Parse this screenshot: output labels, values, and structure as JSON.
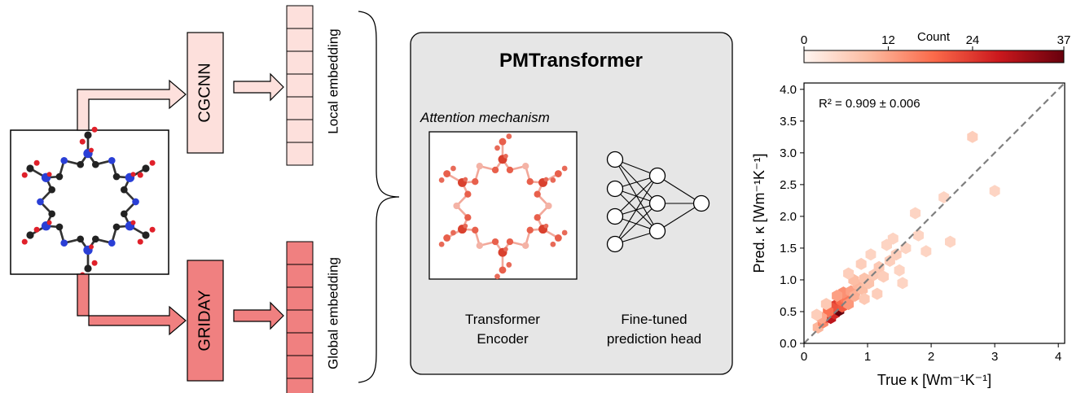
{
  "pipeline": {
    "cgcnn_label": "CGCNN",
    "griday_label": "GRIDAY",
    "local_embedding_label": "Local embedding",
    "global_embedding_label": "Global embedding"
  },
  "transformer": {
    "title": "PMTransformer",
    "attention_label": "Attention mechanism",
    "encoder_line1": "Transformer",
    "encoder_line2": "Encoder",
    "head_line1": "Fine-tuned",
    "head_line2": "prediction head"
  },
  "colors": {
    "cgcnn_fill": "#fde0dc",
    "griday_fill": "#f08080",
    "panel_fill": "#e6e6e6",
    "diagonal": "#808080"
  },
  "chart_data": {
    "type": "hexbin",
    "xlabel": "True κ [Wm⁻¹K⁻¹]",
    "ylabel": "Pred. κ [Wm⁻¹K⁻¹]",
    "xlim": [
      0,
      4.1
    ],
    "ylim": [
      0,
      4.1
    ],
    "xticks": [
      "0",
      "1",
      "2",
      "3",
      "4"
    ],
    "yticks": [
      "0.0",
      "0.5",
      "1.0",
      "1.5",
      "2.0",
      "2.5",
      "3.0",
      "3.5",
      "4.0"
    ],
    "annotation": "R² = 0.909 ± 0.006",
    "colorbar": {
      "title": "Count",
      "ticks": [
        "0",
        "12",
        "24",
        "37"
      ],
      "range": [
        0,
        37
      ]
    },
    "points": [
      {
        "x": 0.22,
        "y": 0.25,
        "count": 6
      },
      {
        "x": 0.3,
        "y": 0.33,
        "count": 12
      },
      {
        "x": 0.35,
        "y": 0.42,
        "count": 20
      },
      {
        "x": 0.42,
        "y": 0.4,
        "count": 28
      },
      {
        "x": 0.48,
        "y": 0.47,
        "count": 24
      },
      {
        "x": 0.55,
        "y": 0.52,
        "count": 37
      },
      {
        "x": 0.5,
        "y": 0.6,
        "count": 22
      },
      {
        "x": 0.6,
        "y": 0.58,
        "count": 18
      },
      {
        "x": 0.58,
        "y": 0.68,
        "count": 16
      },
      {
        "x": 0.66,
        "y": 0.7,
        "count": 14
      },
      {
        "x": 0.7,
        "y": 0.62,
        "count": 10
      },
      {
        "x": 0.45,
        "y": 0.55,
        "count": 19
      },
      {
        "x": 0.38,
        "y": 0.5,
        "count": 15
      },
      {
        "x": 0.28,
        "y": 0.4,
        "count": 8
      },
      {
        "x": 0.62,
        "y": 0.8,
        "count": 11
      },
      {
        "x": 0.74,
        "y": 0.82,
        "count": 9
      },
      {
        "x": 0.8,
        "y": 0.75,
        "count": 7
      },
      {
        "x": 0.52,
        "y": 0.75,
        "count": 9
      },
      {
        "x": 0.85,
        "y": 0.92,
        "count": 6
      },
      {
        "x": 0.92,
        "y": 0.85,
        "count": 5
      },
      {
        "x": 0.78,
        "y": 1.0,
        "count": 5
      },
      {
        "x": 0.95,
        "y": 1.02,
        "count": 4
      },
      {
        "x": 1.02,
        "y": 0.95,
        "count": 4
      },
      {
        "x": 1.1,
        "y": 1.08,
        "count": 3
      },
      {
        "x": 1.18,
        "y": 1.2,
        "count": 3
      },
      {
        "x": 0.7,
        "y": 1.1,
        "count": 2
      },
      {
        "x": 1.25,
        "y": 1.05,
        "count": 2
      },
      {
        "x": 1.35,
        "y": 1.3,
        "count": 2
      },
      {
        "x": 1.45,
        "y": 1.4,
        "count": 2
      },
      {
        "x": 1.6,
        "y": 1.5,
        "count": 1
      },
      {
        "x": 1.3,
        "y": 1.55,
        "count": 1
      },
      {
        "x": 1.8,
        "y": 1.7,
        "count": 1
      },
      {
        "x": 1.92,
        "y": 1.45,
        "count": 1
      },
      {
        "x": 1.5,
        "y": 1.15,
        "count": 1
      },
      {
        "x": 0.9,
        "y": 1.25,
        "count": 2
      },
      {
        "x": 1.05,
        "y": 1.4,
        "count": 1
      },
      {
        "x": 1.55,
        "y": 0.95,
        "count": 1
      },
      {
        "x": 2.2,
        "y": 2.3,
        "count": 1
      },
      {
        "x": 1.75,
        "y": 2.05,
        "count": 1
      },
      {
        "x": 2.65,
        "y": 3.25,
        "count": 2
      },
      {
        "x": 3.0,
        "y": 2.4,
        "count": 1
      },
      {
        "x": 2.3,
        "y": 1.6,
        "count": 1
      },
      {
        "x": 1.15,
        "y": 0.78,
        "count": 2
      },
      {
        "x": 0.95,
        "y": 0.7,
        "count": 3
      },
      {
        "x": 0.35,
        "y": 0.62,
        "count": 3
      },
      {
        "x": 0.2,
        "y": 0.45,
        "count": 2
      },
      {
        "x": 1.4,
        "y": 1.65,
        "count": 1
      }
    ]
  }
}
